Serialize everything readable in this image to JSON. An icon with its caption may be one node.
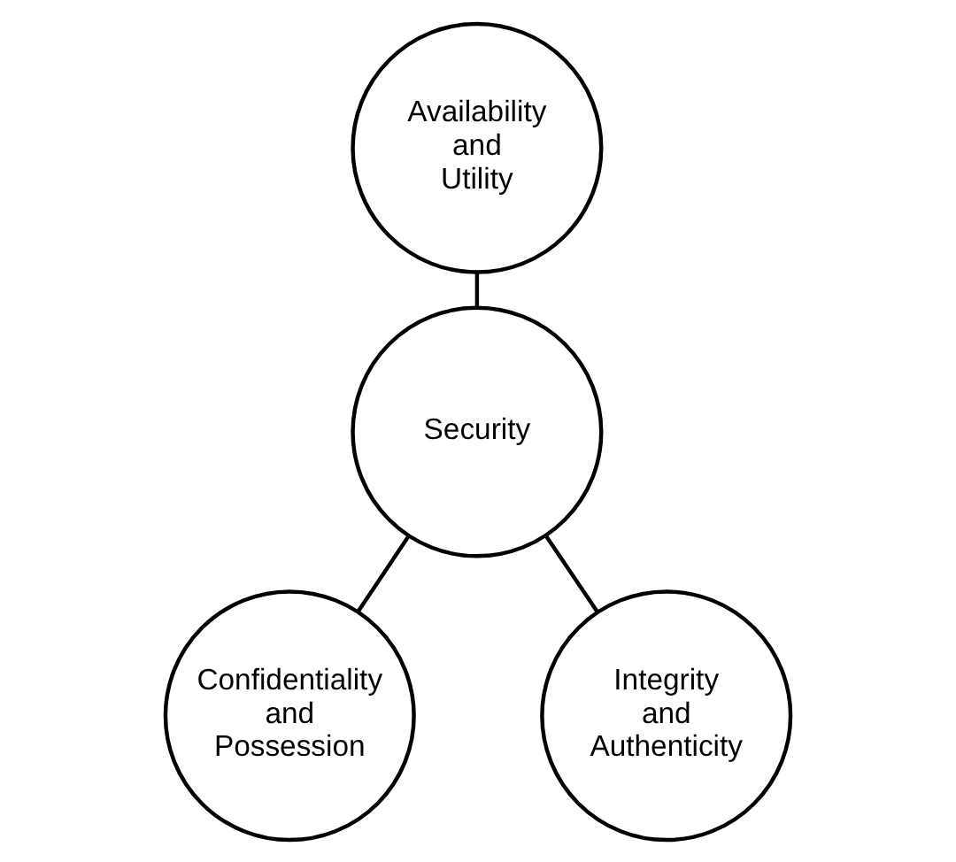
{
  "diagram": {
    "nodes": [
      {
        "text": [
          "Availability and Utility"
        ]
      },
      {
        "text": [
          "Security"
        ]
      },
      {
        "text": [
          "Confidentiality and Possession"
        ]
      },
      {
        "text": [
          "Integrity and Authenticity"
        ]
      }
    ],
    "edges": [
      {
        "from": 0,
        "to": 1,
        "arrow": "none"
      },
      {
        "from": 1,
        "to": 2,
        "arrow": "none"
      },
      {
        "from": 1,
        "to": 3,
        "arrow": "none"
      }
    ]
  }
}
